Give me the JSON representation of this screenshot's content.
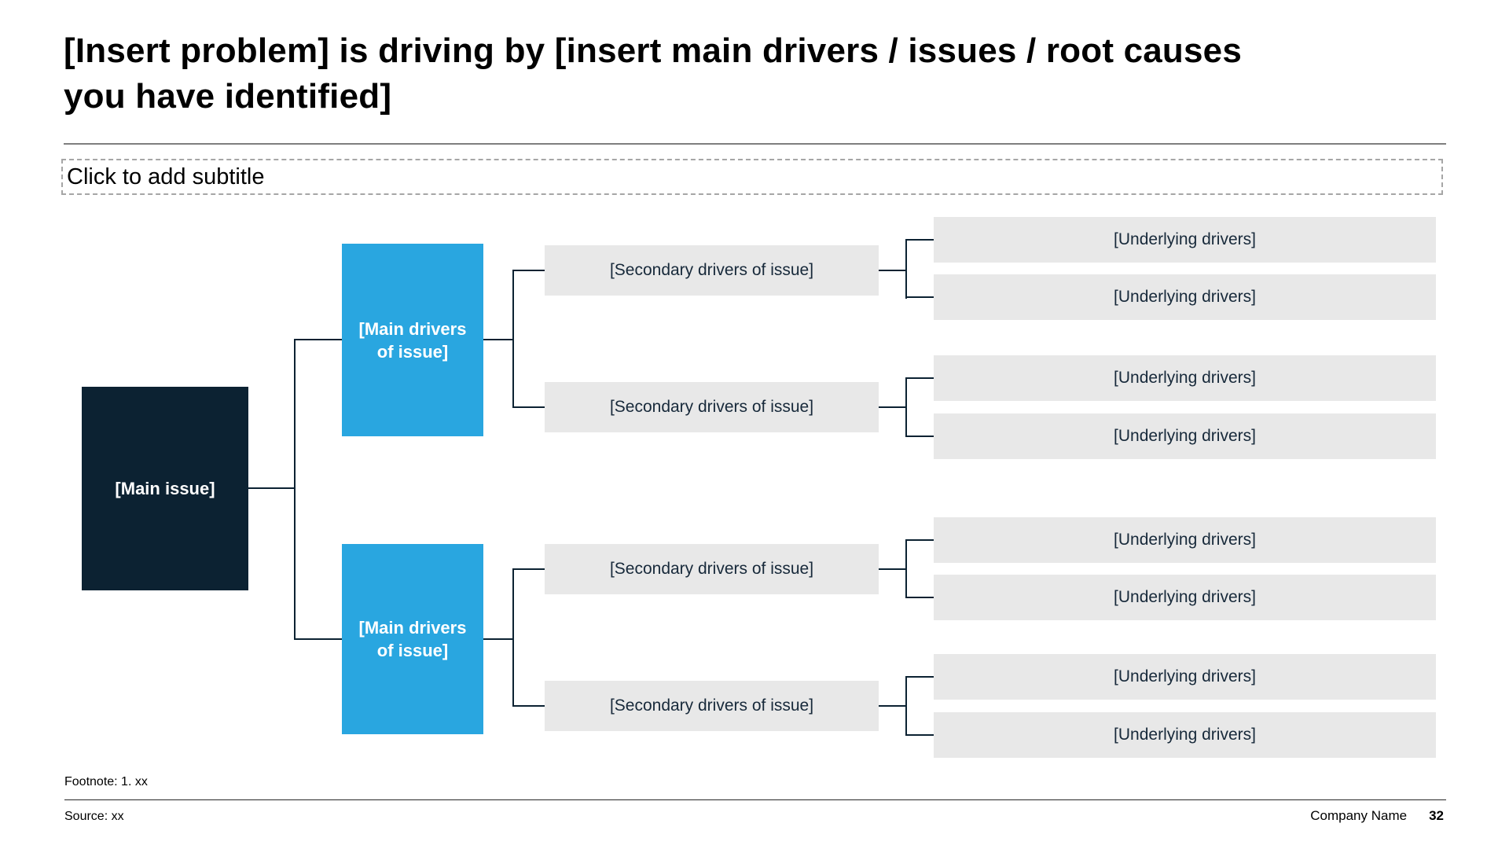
{
  "slide": {
    "title": {
      "lines": [
        "[Insert problem] is driving by [insert main drivers / issues / root causes",
        "you have identified]"
      ]
    },
    "subtitle_placeholder": "Click to add subtitle",
    "tree": {
      "main_issue": "[Main issue]",
      "main_drivers": [
        "[Main drivers of issue]",
        "[Main drivers of issue]"
      ],
      "secondary_drivers": [
        "[Secondary drivers of issue]",
        "[Secondary drivers of issue]",
        "[Secondary drivers of issue]",
        "[Secondary drivers of issue]"
      ],
      "underlying_drivers": [
        "[Underlying drivers]",
        "[Underlying drivers]",
        "[Underlying drivers]",
        "[Underlying drivers]",
        "[Underlying drivers]",
        "[Underlying drivers]",
        "[Underlying drivers]",
        "[Underlying drivers]"
      ]
    },
    "footer": {
      "footnote": "Footnote: 1. xx",
      "source": "Source: xx",
      "company": "Company Name",
      "page_number": "32"
    },
    "colors": {
      "navy": "#0c2232",
      "cyan": "#29a6e0",
      "gray_box": "#e8e8e8",
      "dark_text": "#17293a",
      "connector": "#0c2232"
    }
  }
}
